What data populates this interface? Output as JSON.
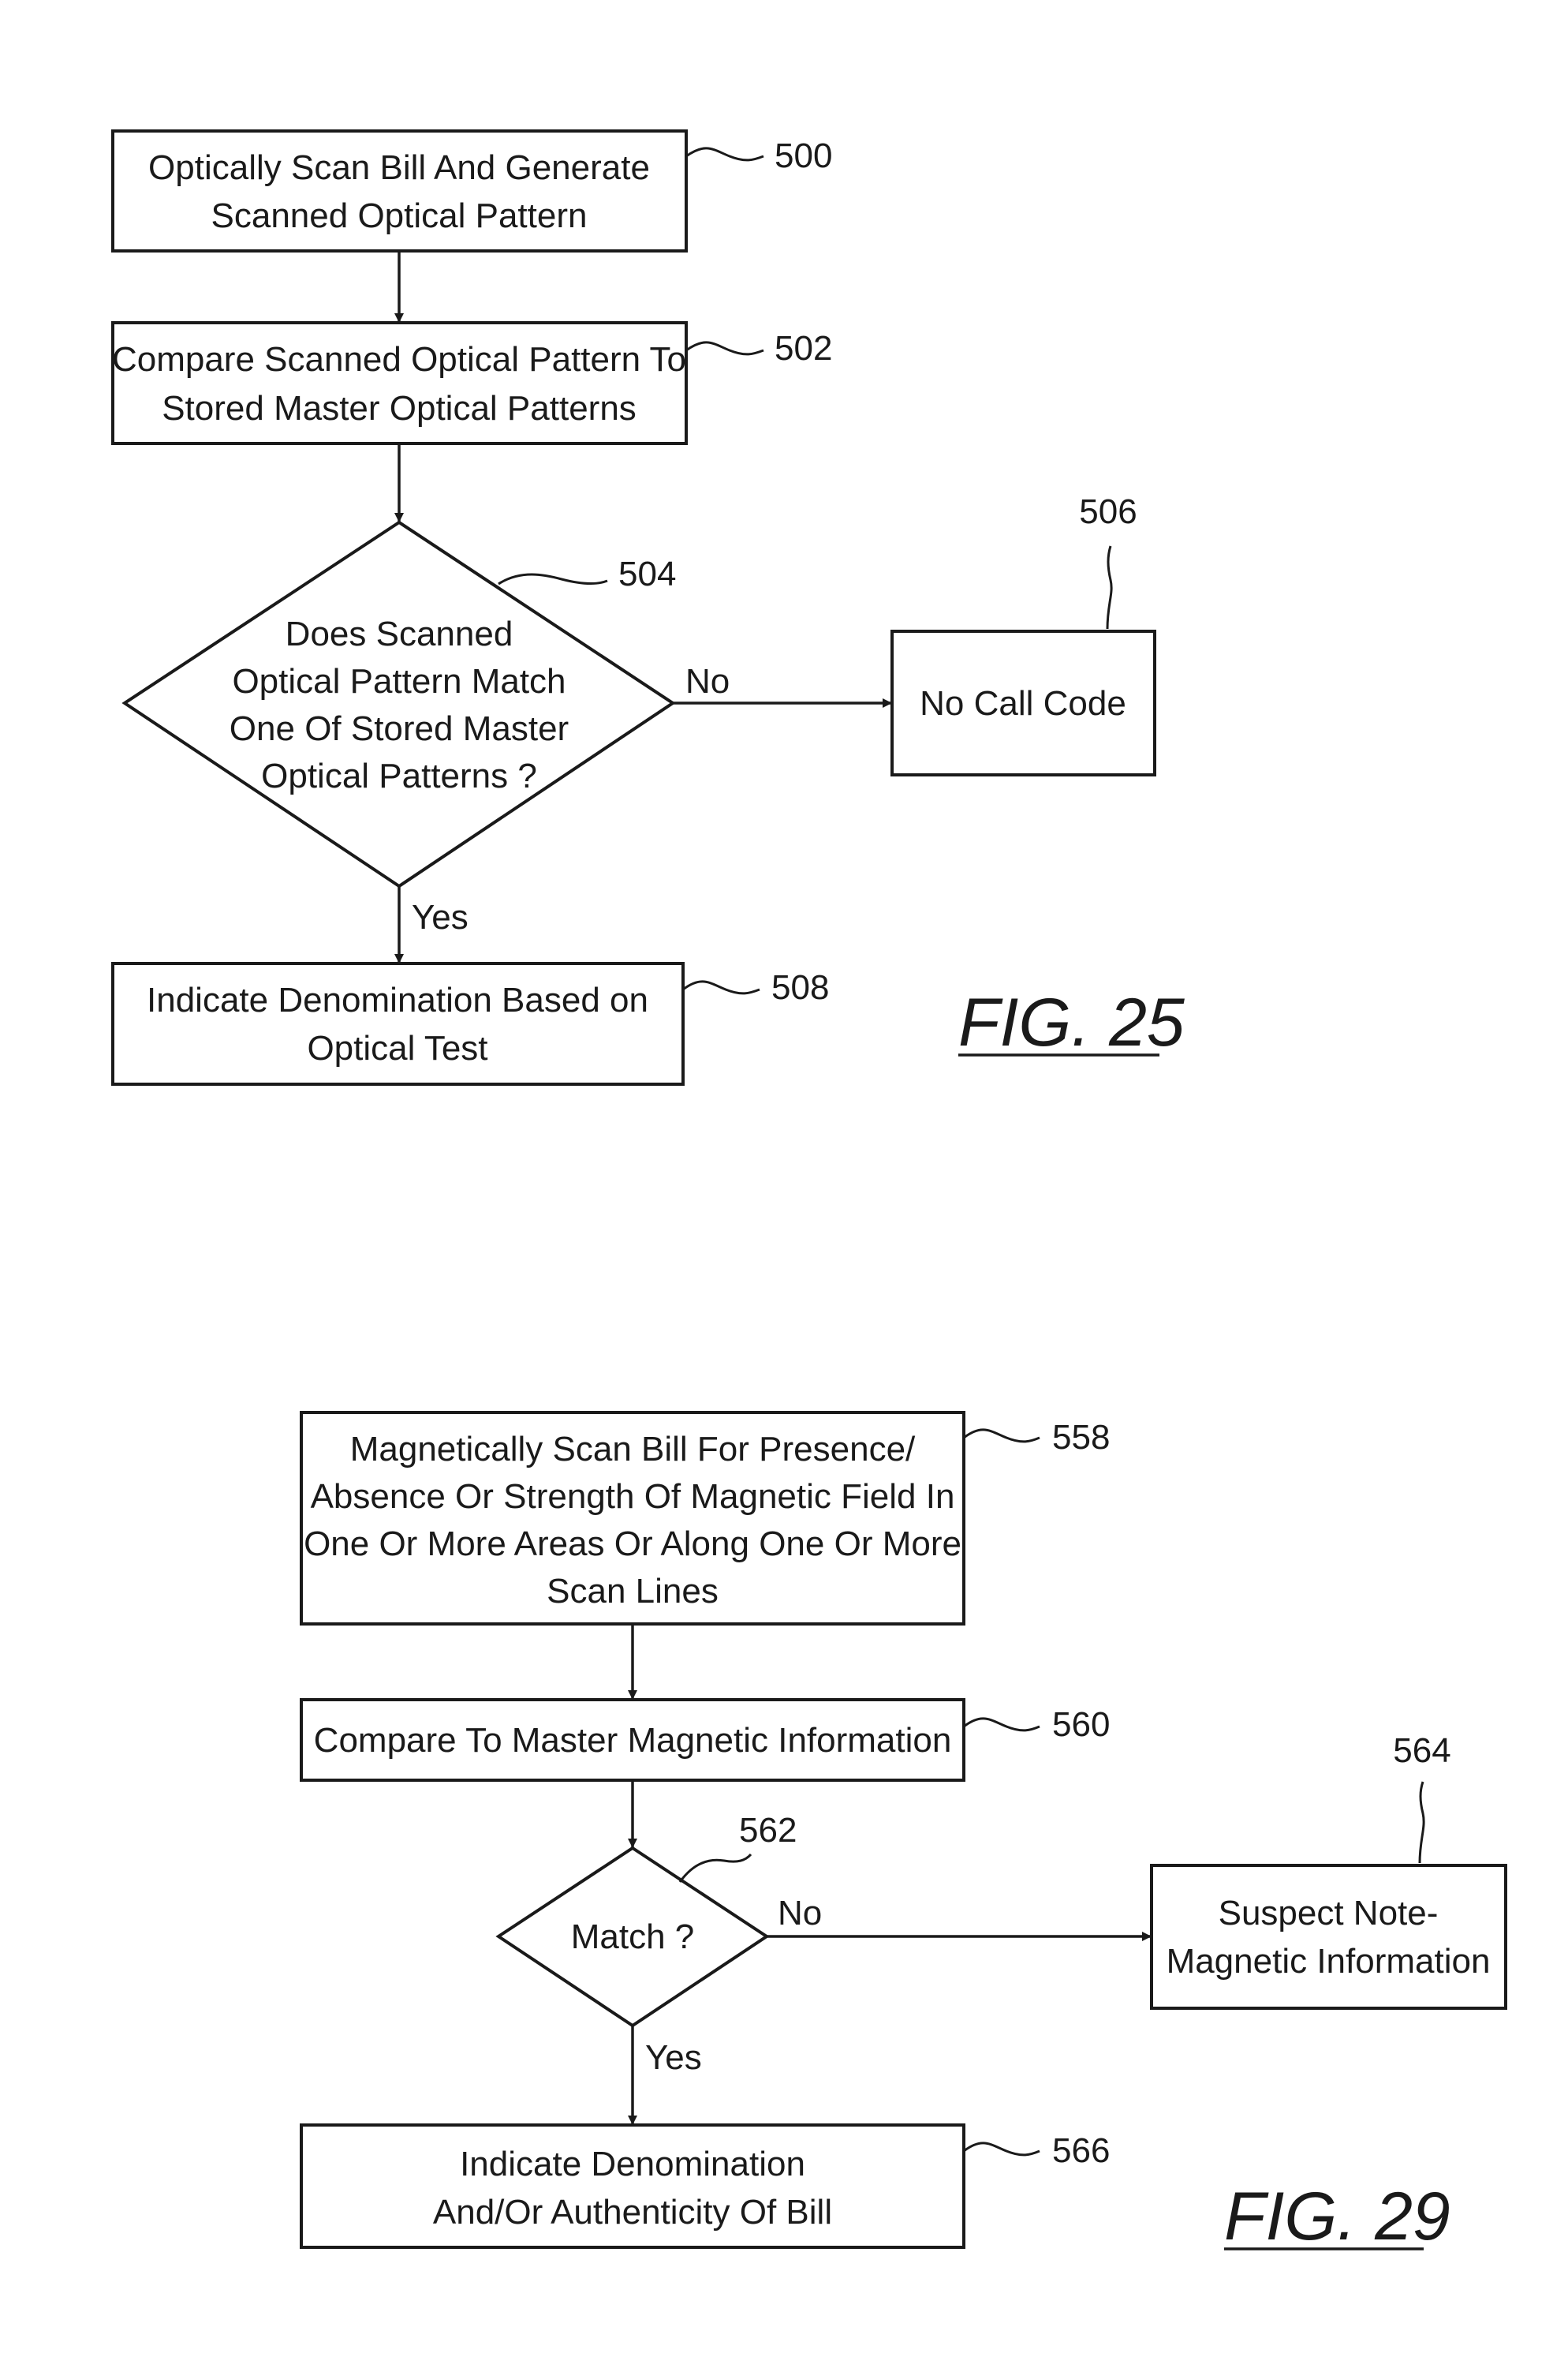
{
  "fig25": {
    "caption": "FIG. 25",
    "step500": {
      "ref": "500",
      "lines": [
        "Optically Scan Bill And Generate",
        "Scanned Optical Pattern"
      ]
    },
    "step502": {
      "ref": "502",
      "lines": [
        "Compare Scanned Optical Pattern To",
        "Stored Master Optical Patterns"
      ]
    },
    "decision504": {
      "ref": "504",
      "lines": [
        "Does Scanned",
        "Optical Pattern Match",
        "One Of Stored Master",
        "Optical Patterns ?"
      ]
    },
    "result506": {
      "ref": "506",
      "lines": [
        "No Call Code"
      ]
    },
    "result508": {
      "ref": "508",
      "lines": [
        "Indicate Denomination Based on",
        "Optical Test"
      ]
    },
    "no_label": "No",
    "yes_label": "Yes"
  },
  "fig29": {
    "caption": "FIG. 29",
    "step558": {
      "ref": "558",
      "lines": [
        "Magnetically Scan Bill For Presence/",
        "Absence Or Strength Of Magnetic Field In",
        "One Or More Areas Or Along One Or More",
        "Scan Lines"
      ]
    },
    "step560": {
      "ref": "560",
      "lines": [
        "Compare To Master Magnetic Information"
      ]
    },
    "decision562": {
      "ref": "562",
      "lines": [
        "Match ?"
      ]
    },
    "result564": {
      "ref": "564",
      "lines": [
        "Suspect Note-",
        "Magnetic Information"
      ]
    },
    "result566": {
      "ref": "566",
      "lines": [
        "Indicate Denomination",
        "And/Or Authenticity Of Bill"
      ]
    },
    "no_label": "No",
    "yes_label": "Yes"
  }
}
